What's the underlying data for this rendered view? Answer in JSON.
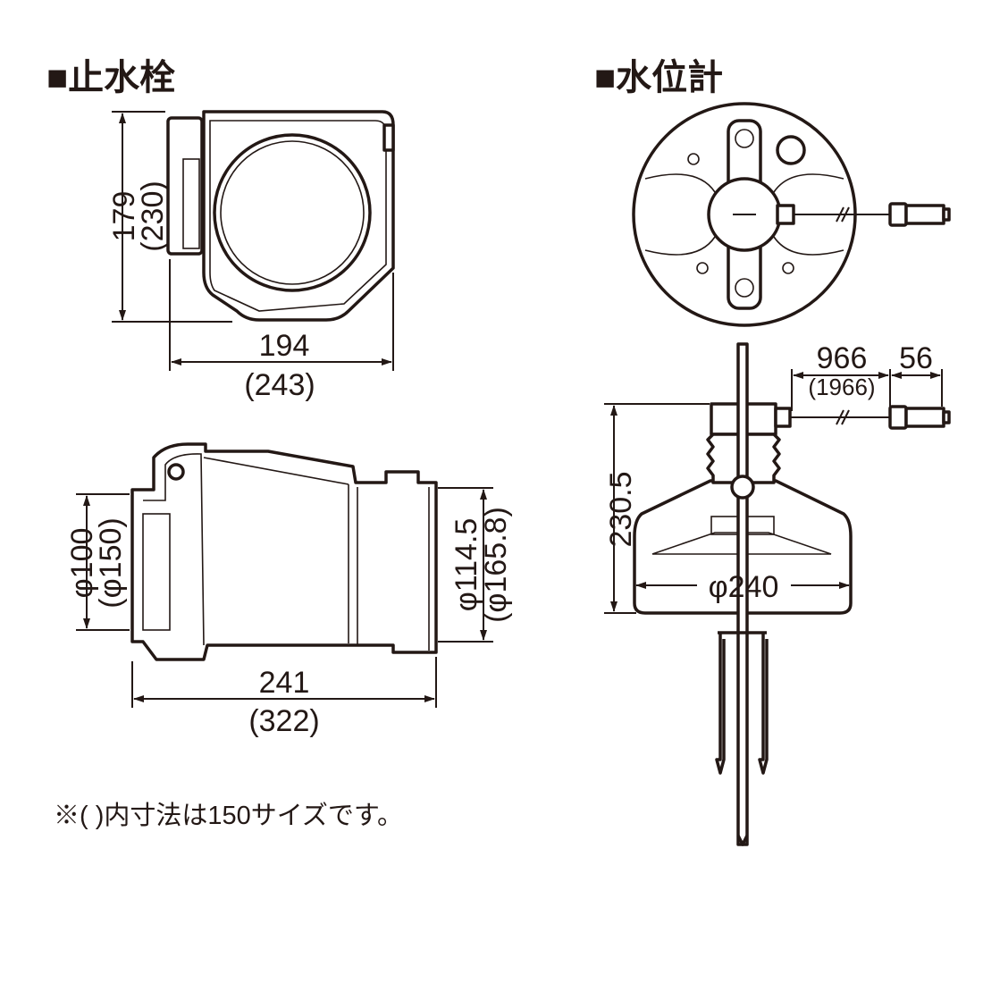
{
  "stop_valve": {
    "title": "■止水栓",
    "top_view": {
      "height": "179",
      "height_150": "(230)",
      "width": "194",
      "width_150": "(243)"
    },
    "side_view": {
      "inlet": "φ100",
      "inlet_150": "(φ150)",
      "outlet": "φ114.5",
      "outlet_150": "(φ165.8)",
      "length": "241",
      "length_150": "(322)"
    }
  },
  "water_gauge": {
    "title": "■水位計",
    "side_view": {
      "height": "230.5",
      "diameter": "φ240",
      "cable": "966",
      "cable_150": "(1966)",
      "connector": "56"
    }
  },
  "note": "※(  )内寸法は150サイズです。"
}
